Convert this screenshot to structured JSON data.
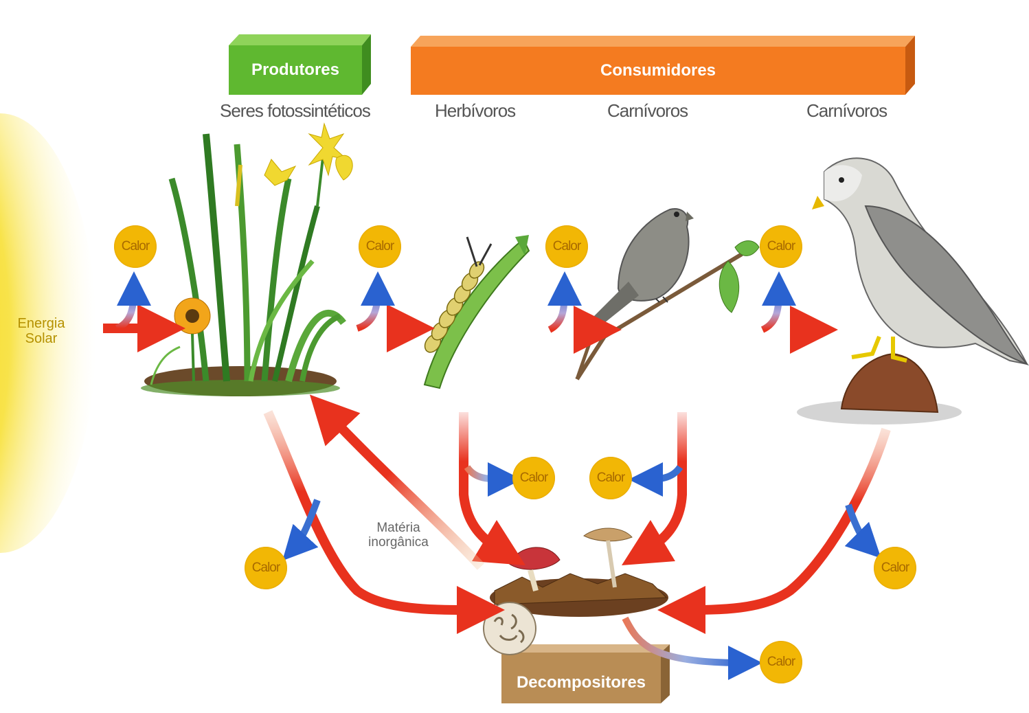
{
  "producers": {
    "title": "Produtores",
    "subtitle": "Seres fotossintéticos"
  },
  "consumers": {
    "title": "Consumidores",
    "levels": [
      "Herbívoros",
      "Carnívoros",
      "Carnívoros"
    ]
  },
  "decomposers": {
    "title": "Decompositores"
  },
  "sun": {
    "line1": "Energia",
    "line2": "Solar"
  },
  "matter": {
    "line1": "Matéria",
    "line2": "inorgânica"
  },
  "heat_label": "Calor",
  "colors": {
    "producers_bar": "#5fb830",
    "consumers_bar": "#f47b20",
    "decomposers_bar": "#b98d55",
    "energy_arrow": "#e8321e",
    "heat_arrow": "#3a6fd0",
    "heat_circle": "#f2b705",
    "sun": "#f5d000"
  },
  "icons": [
    "sun-icon",
    "plants-icon",
    "caterpillar-icon",
    "bird-icon",
    "hawk-icon",
    "mushrooms-icon",
    "soil-microbes-icon"
  ]
}
